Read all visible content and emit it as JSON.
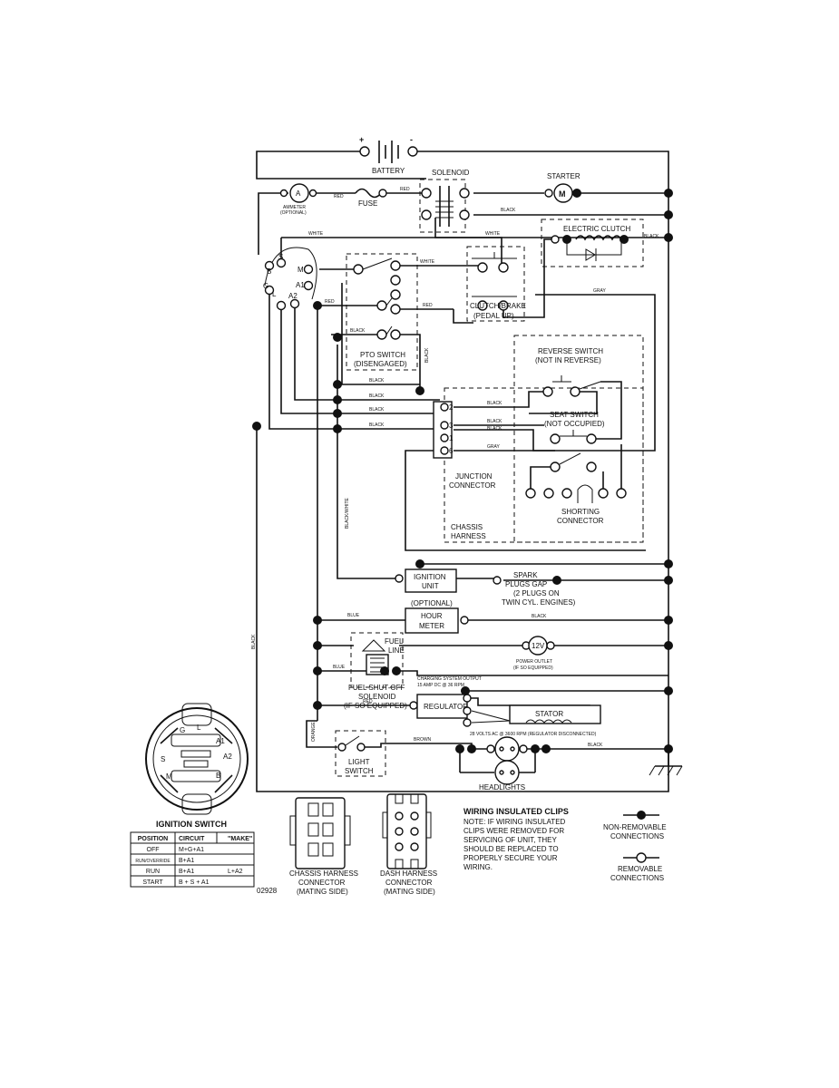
{
  "components": {
    "battery": "BATTERY",
    "battery_plus": "+",
    "battery_minus": "-",
    "solenoid": "SOLENOID",
    "starter": "STARTER",
    "starter_m": "M",
    "ammeter": "AMMETER",
    "ammeter_note": "(OPTIONAL)",
    "ammeter_a": "A",
    "fuse": "FUSE",
    "electric_clutch": "ELECTRIC CLUTCH",
    "clutch_brake": "CLUTCH/BRAKE",
    "clutch_brake_note": "(PEDAL UP)",
    "pto_switch": "PTO SWITCH",
    "pto_switch_note": "(DISENGAGED)",
    "reverse_switch": "REVERSE SWITCH",
    "reverse_switch_note": "(NOT IN REVERSE)",
    "seat_switch": "SEAT SWITCH",
    "seat_switch_note": "(NOT OCCUPIED)",
    "junction_connector_1": "JUNCTION",
    "junction_connector_2": "CONNECTOR",
    "shorting_connector_1": "SHORTING",
    "shorting_connector_2": "CONNECTOR",
    "chassis_harness_1": "CHASSIS",
    "chassis_harness_2": "HARNESS",
    "ignition_unit_1": "IGNITION",
    "ignition_unit_2": "UNIT",
    "spark_1": "SPARK",
    "spark_2": "PLUGS GAP",
    "spark_3": "(2 PLUGS ON",
    "spark_4": "TWIN CYL. ENGINES)",
    "optional": "(OPTIONAL)",
    "hour_meter_1": "HOUR",
    "hour_meter_2": "METER",
    "fuel_line_1": "FUEL",
    "fuel_line_2": "LINE",
    "power_outlet_v": "12V",
    "power_outlet_1": "POWER OUTLET",
    "power_outlet_2": "(IF SO EQUIPPED)",
    "fuel_solenoid_1": "FUEL SHUT-OFF",
    "fuel_solenoid_2": "SOLENOID",
    "fuel_solenoid_3": "(IF SO EQUIPPED)",
    "charging_1": "CHARGING SYSTEM OUTPUT",
    "charging_2": "15 AMP DC @ 36 RPM",
    "regulator": "REGULATOR",
    "stator": "STATOR",
    "ac_note": "28 VOLTS AC @ 3600 RPM (REGULATOR DISCONNECTED)",
    "light_switch_1": "LIGHT",
    "light_switch_2": "SWITCH",
    "headlights": "HEADLIGHTS"
  },
  "ignition_terminals": {
    "b": "B",
    "s": "S",
    "m": "M",
    "g": "G",
    "l": "L",
    "a1": "A1",
    "a2": "A2"
  },
  "junction_pins": [
    "2",
    "3",
    "1",
    "6"
  ],
  "wire_colors": {
    "red": "RED",
    "black": "BLACK",
    "white": "WHITE",
    "gray": "GRAY",
    "blue": "BLUE",
    "brown": "BROWN",
    "orange": "ORANGE",
    "black_white": "BLACK/WHITE"
  },
  "ignition_switch": {
    "title": "IGNITION SWITCH",
    "headers": [
      "POSITION",
      "CIRCUIT",
      "\"MAKE\""
    ],
    "rows": [
      [
        "OFF",
        "M+G+A1",
        ""
      ],
      [
        "RUN/OVERRIDE",
        "B+A1",
        ""
      ],
      [
        "RUN",
        "B+A1",
        "L+A2"
      ],
      [
        "START",
        "B + S + A1",
        ""
      ]
    ],
    "part_no": "02928"
  },
  "connectors": {
    "chassis_1": "CHASSIS HARNESS",
    "chassis_2": "CONNECTOR",
    "chassis_3": "(MATING SIDE)",
    "dash_1": "DASH HARNESS",
    "dash_2": "CONNECTOR",
    "dash_3": "(MATING SIDE)"
  },
  "notes": {
    "title": "WIRING INSULATED CLIPS",
    "line1": "NOTE: IF WIRING INSULATED",
    "line2": "CLIPS WERE REMOVED FOR",
    "line3": "SERVICING OF UNIT, THEY",
    "line4": "SHOULD BE REPLACED TO",
    "line5": "PROPERLY SECURE YOUR",
    "line6": "WIRING."
  },
  "legend": {
    "non_removable_1": "NON-REMOVABLE",
    "non_removable_2": "CONNECTIONS",
    "removable_1": "REMOVABLE",
    "removable_2": "CONNECTIONS"
  }
}
